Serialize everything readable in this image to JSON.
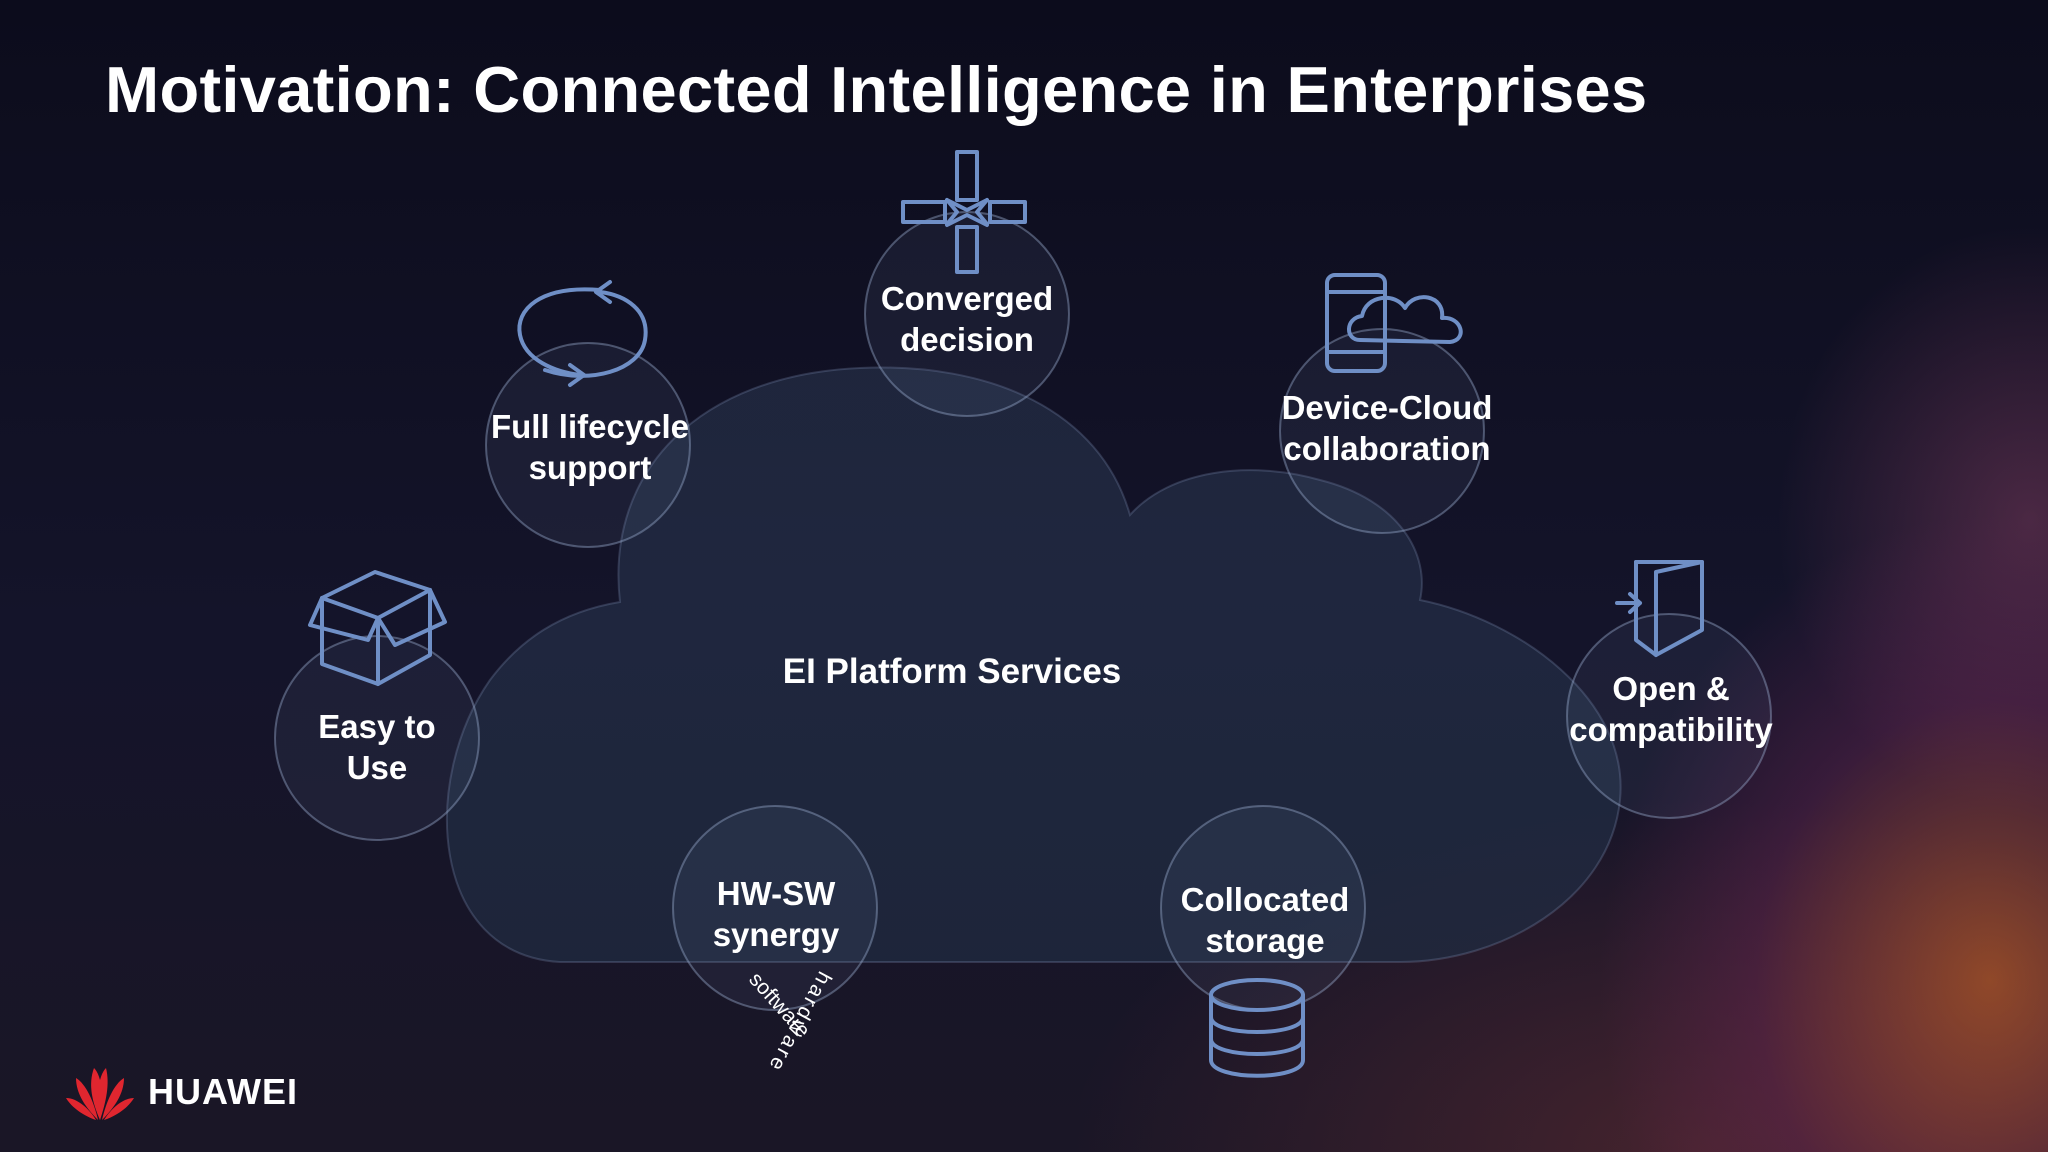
{
  "slide": {
    "title": "Motivation: Connected Intelligence in Enterprises",
    "center_label": "EI Platform Services"
  },
  "features": {
    "converged": {
      "line1": "Converged",
      "line2": "decision",
      "icon": "converge-arrows-icon"
    },
    "lifecycle": {
      "line1": "Full lifecycle",
      "line2": "support",
      "icon": "cycle-arrows-icon"
    },
    "device_cloud": {
      "line1": "Device-Cloud",
      "line2": "collaboration",
      "icon": "phone-cloud-icon"
    },
    "easy": {
      "line1": "Easy to",
      "line2": "Use",
      "icon": "box-icon"
    },
    "open": {
      "line1": "Open &",
      "line2": "compatibility",
      "icon": "door-icon"
    },
    "hwsw": {
      "line1": "HW-SW",
      "line2": "synergy",
      "icon": "hardware-software-cross-icon",
      "icon_text_a": "software",
      "icon_text_b": "hardware"
    },
    "storage": {
      "line1": "Collocated",
      "line2": "storage",
      "icon": "database-icon"
    }
  },
  "brand": {
    "name": "HUAWEI",
    "logo": "huawei-petal-logo-icon"
  },
  "colors": {
    "background": "#0c0c1c",
    "icon_stroke": "#6f8fc6",
    "text": "#ffffff"
  }
}
